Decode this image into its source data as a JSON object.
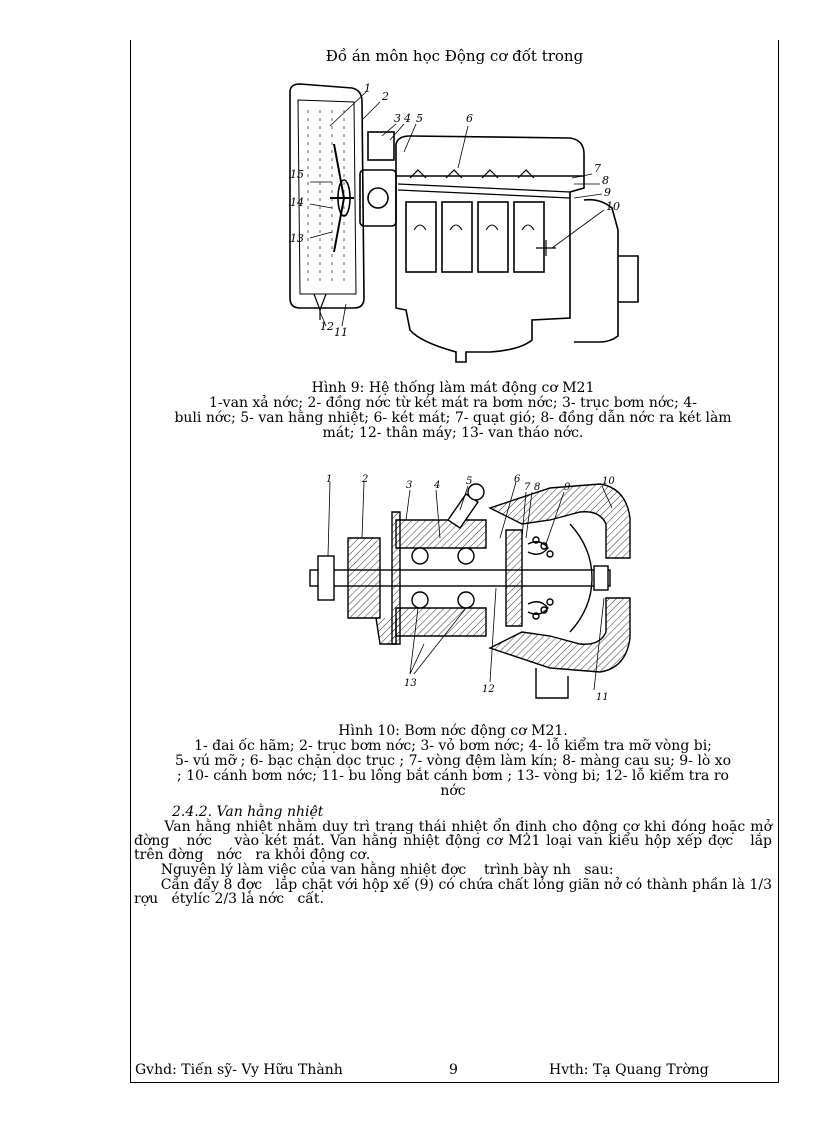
{
  "header": {
    "title": "Đồ án môn học  Động cơ đốt trong"
  },
  "figure9": {
    "labels": [
      "1",
      "2",
      "3",
      "4",
      "5",
      "6",
      "7",
      "8",
      "9",
      "10",
      "11",
      "12",
      "13",
      "14",
      "15"
    ],
    "caption": "Hình 9: Hệ thống  làm mát động cơ M21",
    "legend_lines": [
      "1-van xả nớc;  2- đồng  nớc  từ két mát ra bơm nớc;  3- trục bơm nớc;   4-",
      "buli nớc;  5- van hằng nhiệt;  6- két mát; 7- quạt gió; 8- đồng   dẫn nớc   ra két làm",
      "mát; 12- thân máy; 13- van tháo nớc."
    ]
  },
  "figure10": {
    "labels": [
      "1",
      "2",
      "3",
      "4",
      "5",
      "6",
      "7",
      "8",
      "9",
      "10",
      "11",
      "12",
      "13"
    ],
    "caption": "Hình 10: Bơm nớc   động cơ M21.",
    "legend_lines": [
      "1- đai ốc hãm; 2-  trục bơm nớc;   3- vỏ bơm nớc;   4- lỗ kiểm tra mỡ vòng bi;",
      "5- vú mỡ ; 6- bạc chặn dọc trục ; 7- vòng đệm làm  kín; 8- màng cau su; 9- lò   xo",
      "; 10- cánh bơm nớc;   11- bu lông bắt cánh bơm ; 13- vòng bi;  12- lỗ kiểm tra ro",
      "nớc"
    ]
  },
  "section": {
    "heading": "2.4.2. Van hằng nhiệt",
    "paragraphs": [
      "      Van hằng nhiệt nhằm duy trì trạng thái nhiệt ổn định cho động cơ khi đóng hoặc mở đờng   nớc    vào két mát. Van hằng nhiệt động cơ M21 loại van kiểu hộp xếp đợc   lắp trên đờng   nớc   ra khỏi động cơ.",
      "      Nguyên lý làm việc của van hằng nhiệt đợc    trình bày nh   sau:",
      "      Cần đẩy 8 đợc   lắp chặt với hộp xế (9) có chứa chất lỏng giãn nở có thành phần là 1/3 rợu   étylíc 2/3 là nớc   cất."
    ]
  },
  "footer": {
    "advisor": "Gvhd: Tiến sỹ- Vy Hữu Thành",
    "page": "9",
    "student": "Hvth: Tạ Quang Trờng"
  }
}
